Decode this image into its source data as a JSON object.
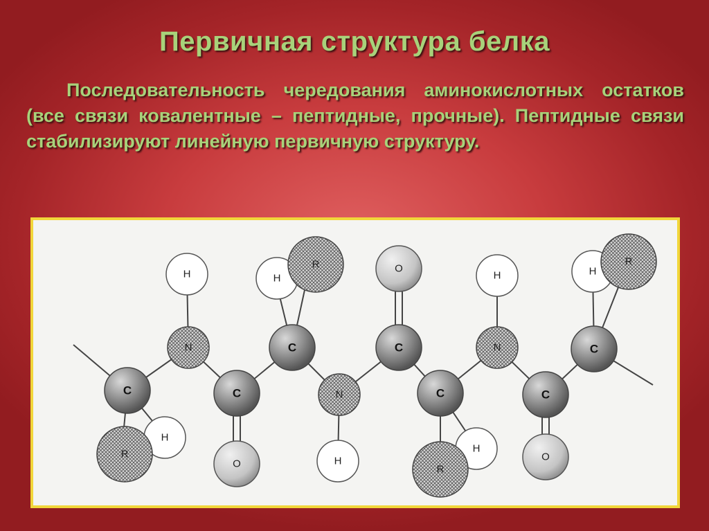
{
  "slide": {
    "title": "Первичная структура белка",
    "body": "Последовательность чередования аминокислотных остатков (все связи ковалентные – пептидные, прочные). Пептидные связи стабилизируют линейную первичную структуру."
  },
  "diagram": {
    "atom_labels": {
      "carbon": "C",
      "nitrogen": "N",
      "hydrogen": "H",
      "oxygen": "O",
      "radical": "R"
    },
    "colors": {
      "frame_border": "#f1d63a",
      "frame_fill": "#f4f4f2",
      "carbon_fill": "#8a8a8a",
      "oxygen_fill": "#c4c4c4",
      "hydrogen_fill": "#ffffff"
    }
  }
}
